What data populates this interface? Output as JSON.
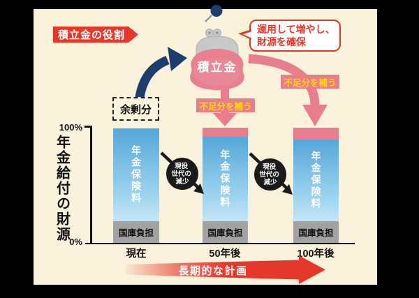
{
  "colors": {
    "background": "#000000",
    "panel": "#FAF2DA",
    "accent_red": "#E6372B",
    "accent_pink": "#E87D8D",
    "accent_navy": "#1C3D6E",
    "label_yellow": "#FFDC00",
    "bar_blue_top": "#54A7D9",
    "bar_blue_bottom": "#C6E6F5",
    "bar_gray": "#A2A2A2"
  },
  "title_badge": {
    "label": "積立金の役割"
  },
  "reserve_purse": {
    "label": "積立金"
  },
  "surplus_box": {
    "label": "余剰分"
  },
  "speech_bubble": {
    "line1": "運用して増やし、",
    "line2": "財源を確保"
  },
  "shortfall_label": {
    "text": "不足分を補う"
  },
  "decline_badge": {
    "line1": "現役",
    "line2": "世代の",
    "line3": "減少"
  },
  "bottom_arrow": {
    "label": "長期的な計画"
  },
  "chart_data": {
    "type": "bar",
    "stacked": true,
    "title": "",
    "ylabel": "年金給付の財源",
    "yticks": [
      "0%",
      "100%"
    ],
    "ylim": [
      0,
      100
    ],
    "grid": false,
    "legend": "none",
    "categories": [
      "現在",
      "50年後",
      "100年後"
    ],
    "series": [
      {
        "name": "国庫負担",
        "color": "#A2A2A2",
        "values": [
          19,
          19,
          19
        ]
      },
      {
        "name": "年金保険料",
        "color": "#54A7D9",
        "values": [
          81,
          74,
          71
        ]
      },
      {
        "name": "不足分を補う",
        "color": "#E87D8D",
        "values": [
          0,
          7,
          10
        ]
      }
    ]
  }
}
